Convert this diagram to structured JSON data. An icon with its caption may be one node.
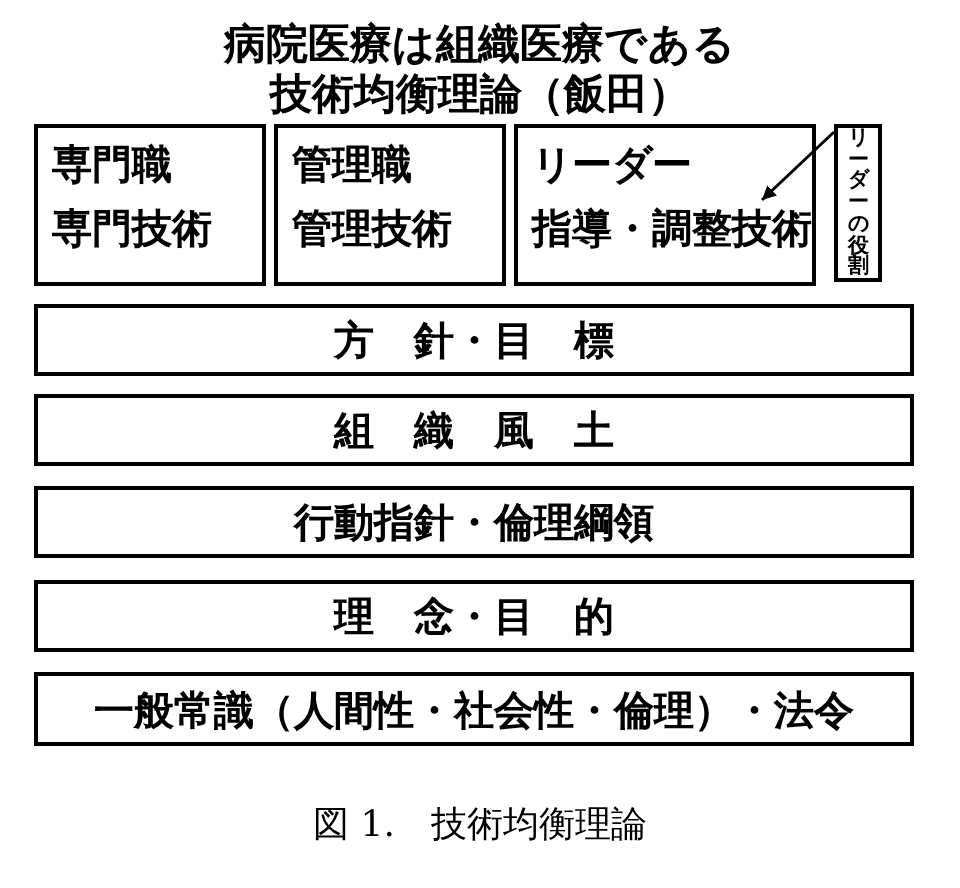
{
  "diagram": {
    "title": "病院医療は組織医療である",
    "nodes": [
      {
        "text": [
          "専門職",
          "専門技術"
        ]
      },
      {
        "text": [
          "管理職",
          "管理技術"
        ]
      },
      {
        "text": [
          "リーダー",
          "指導・調整技術"
        ]
      },
      {
        "text": [
          "リーダーの役割"
        ]
      },
      {
        "text": [
          "方　針・目　標"
        ]
      },
      {
        "text": [
          "組　織　風　土"
        ]
      },
      {
        "text": [
          "行動指針・倫理綱領"
        ]
      },
      {
        "text": [
          "理　念・目　的"
        ]
      },
      {
        "text": [
          "一般常識（人間性・社会性・倫理）・法令"
        ]
      }
    ],
    "edges": [
      {
        "from": 3,
        "to": 2,
        "arrow": "to"
      }
    ],
    "labels": [
      "技術均衡理論（飯田）"
    ],
    "caption": "図 1.　技術均衡理論"
  }
}
